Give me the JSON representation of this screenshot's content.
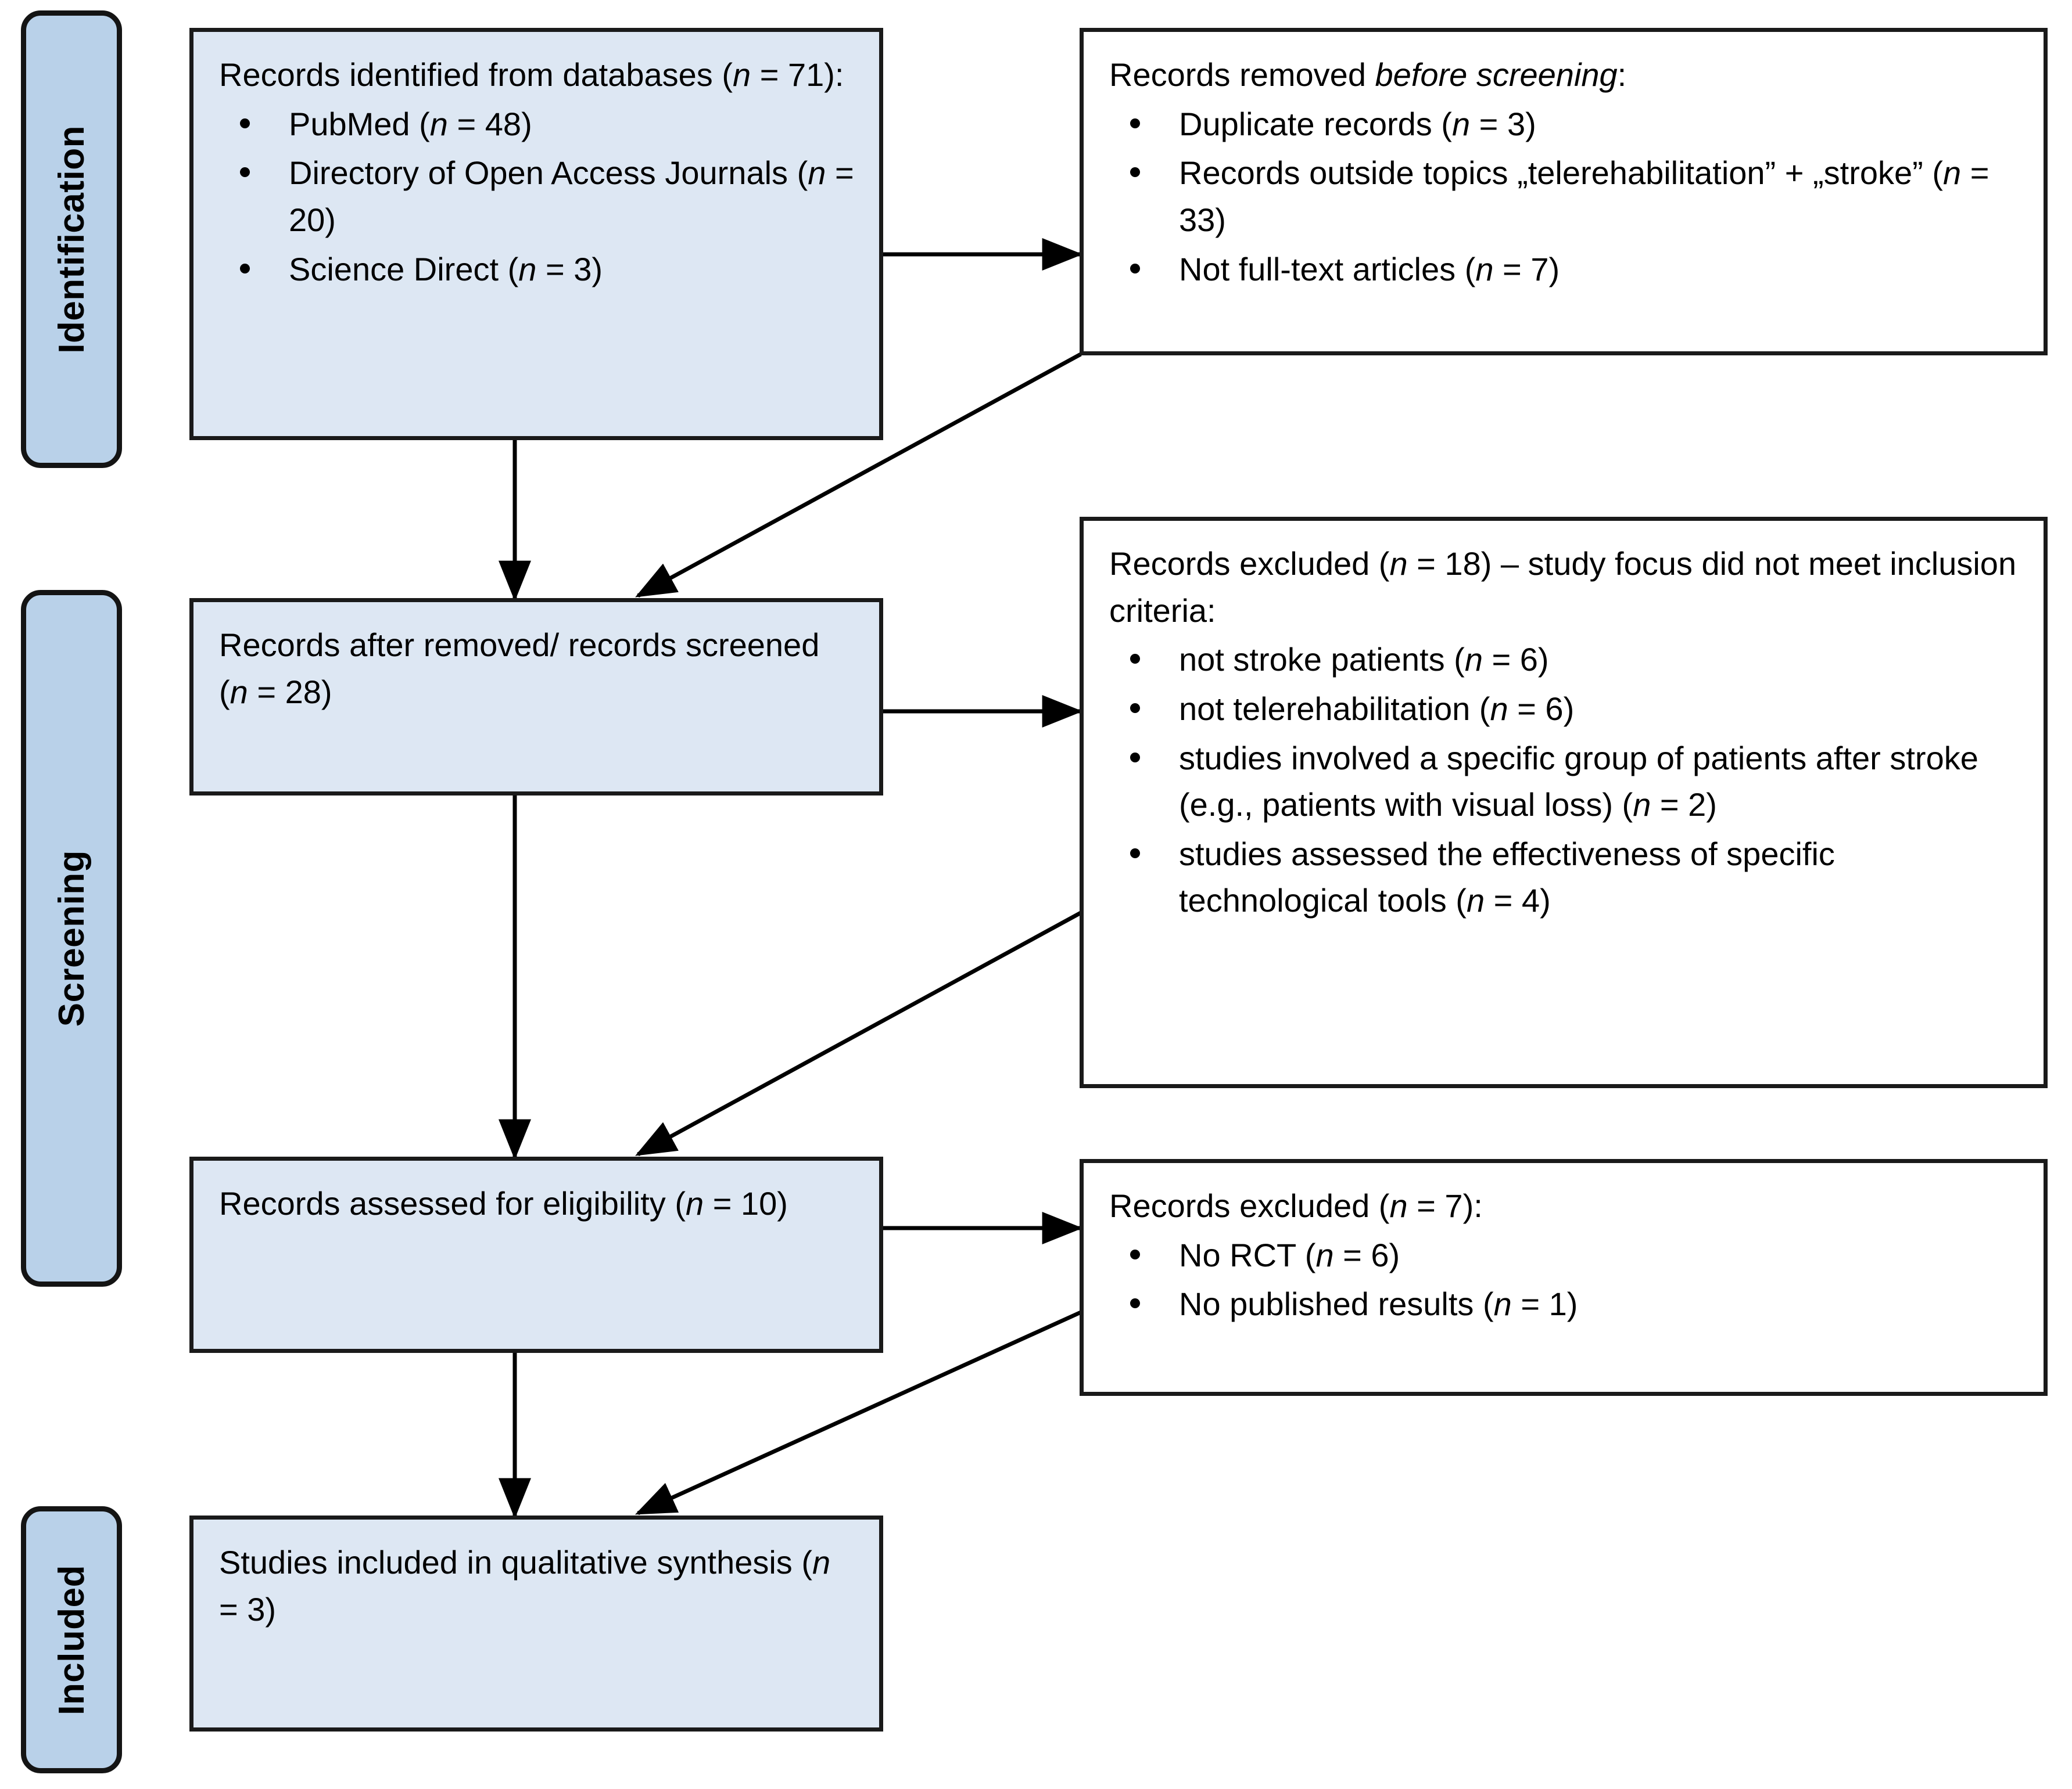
{
  "diagram": {
    "title": "PRISMA flow diagram",
    "type": "prisma-flow",
    "colors": {
      "box_fill": "#dde7f3",
      "phase_fill": "#b9d1e9",
      "stroke": "#1a1a1a",
      "plain_box_fill": "#ffffff"
    }
  },
  "phases": [
    {
      "id": "identification",
      "label": "Identification"
    },
    {
      "id": "screening",
      "label": "Screening"
    },
    {
      "id": "included",
      "label": "Included"
    }
  ],
  "boxes": {
    "identified": {
      "lead": "Records identified from databases (n = 71):",
      "lead_plain": "Records identified from databases (",
      "items": [
        "PubMed (n = 48)",
        "Directory of Open Access Journals (n = 20)",
        "Science Direct (n = 3)"
      ]
    },
    "removed_before_screening": {
      "lead_prefix": "Records removed ",
      "lead_italic": "before screening",
      "lead_suffix": ":",
      "items": [
        "Duplicate records (n = 3)",
        "Records outside topics „telerehabilitation” + „stroke” (n = 33)",
        "Not full-text articles (n = 7)"
      ]
    },
    "screened": {
      "lead": "Records after removed/ records screened (n = 28)"
    },
    "excluded_screening": {
      "lead": "Records excluded (n = 18) – study focus did not meet inclusion criteria:",
      "items": [
        "not stroke patients (n = 6)",
        "not telerehabilitation (n = 6)",
        "studies involved a specific group of patients after stroke (e.g., patients with visual loss) (n = 2)",
        "studies assessed the effectiveness of specific technological tools (n = 4)"
      ]
    },
    "eligibility": {
      "lead": "Records assessed for eligibility (n = 10)"
    },
    "excluded_eligibility": {
      "lead": "Records excluded (n = 7):",
      "items": [
        "No RCT (n = 6)",
        "No published results (n = 1)"
      ]
    },
    "included_studies": {
      "lead": "Studies included in qualitative synthesis (n = 3)"
    }
  },
  "counts": {
    "records_identified_total": 71,
    "pubmed": 48,
    "doaj": 20,
    "science_direct": 3,
    "duplicate_records": 3,
    "outside_topics": 33,
    "not_full_text": 7,
    "records_screened": 28,
    "excluded_screening_total": 18,
    "not_stroke_patients": 6,
    "not_telerehabilitation": 6,
    "specific_group": 2,
    "specific_tech_tools": 4,
    "assessed_eligibility": 10,
    "excluded_eligibility_total": 7,
    "no_rct": 6,
    "no_published_results": 1,
    "included_qualitative": 3
  }
}
